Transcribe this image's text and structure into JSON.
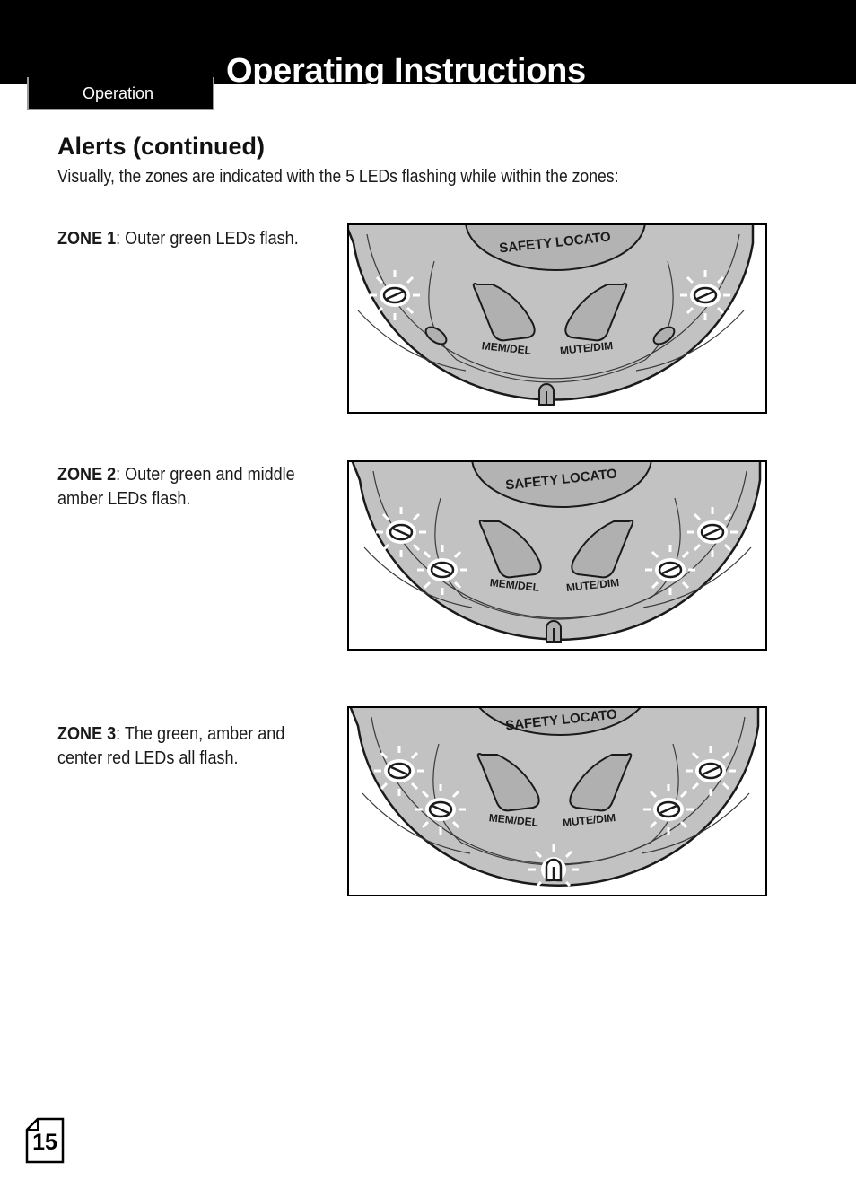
{
  "header": {
    "title": "Operating Instructions",
    "section_tab": "Operation"
  },
  "content": {
    "heading": "Alerts (continued)",
    "intro": "Visually, the zones are indicated with the 5 LEDs flashing while within the zones:"
  },
  "zones": [
    {
      "label": "ZONE 1",
      "description": ": Outer green LEDs flash.",
      "flashing_leds": [
        "outer-green"
      ]
    },
    {
      "label": "ZONE 2",
      "description": ": Outer green and middle amber LEDs flash.",
      "flashing_leds": [
        "outer-green",
        "middle-amber"
      ]
    },
    {
      "label": "ZONE 3",
      "description": ": The green, amber and center red LEDs all flash.",
      "flashing_leds": [
        "outer-green",
        "middle-amber",
        "center-red"
      ]
    }
  ],
  "device": {
    "brand_text": "SAFETY LOCATO",
    "left_button": "MEM/DEL",
    "right_button": "MUTE/DIM"
  },
  "footer": {
    "page_number": "15"
  }
}
